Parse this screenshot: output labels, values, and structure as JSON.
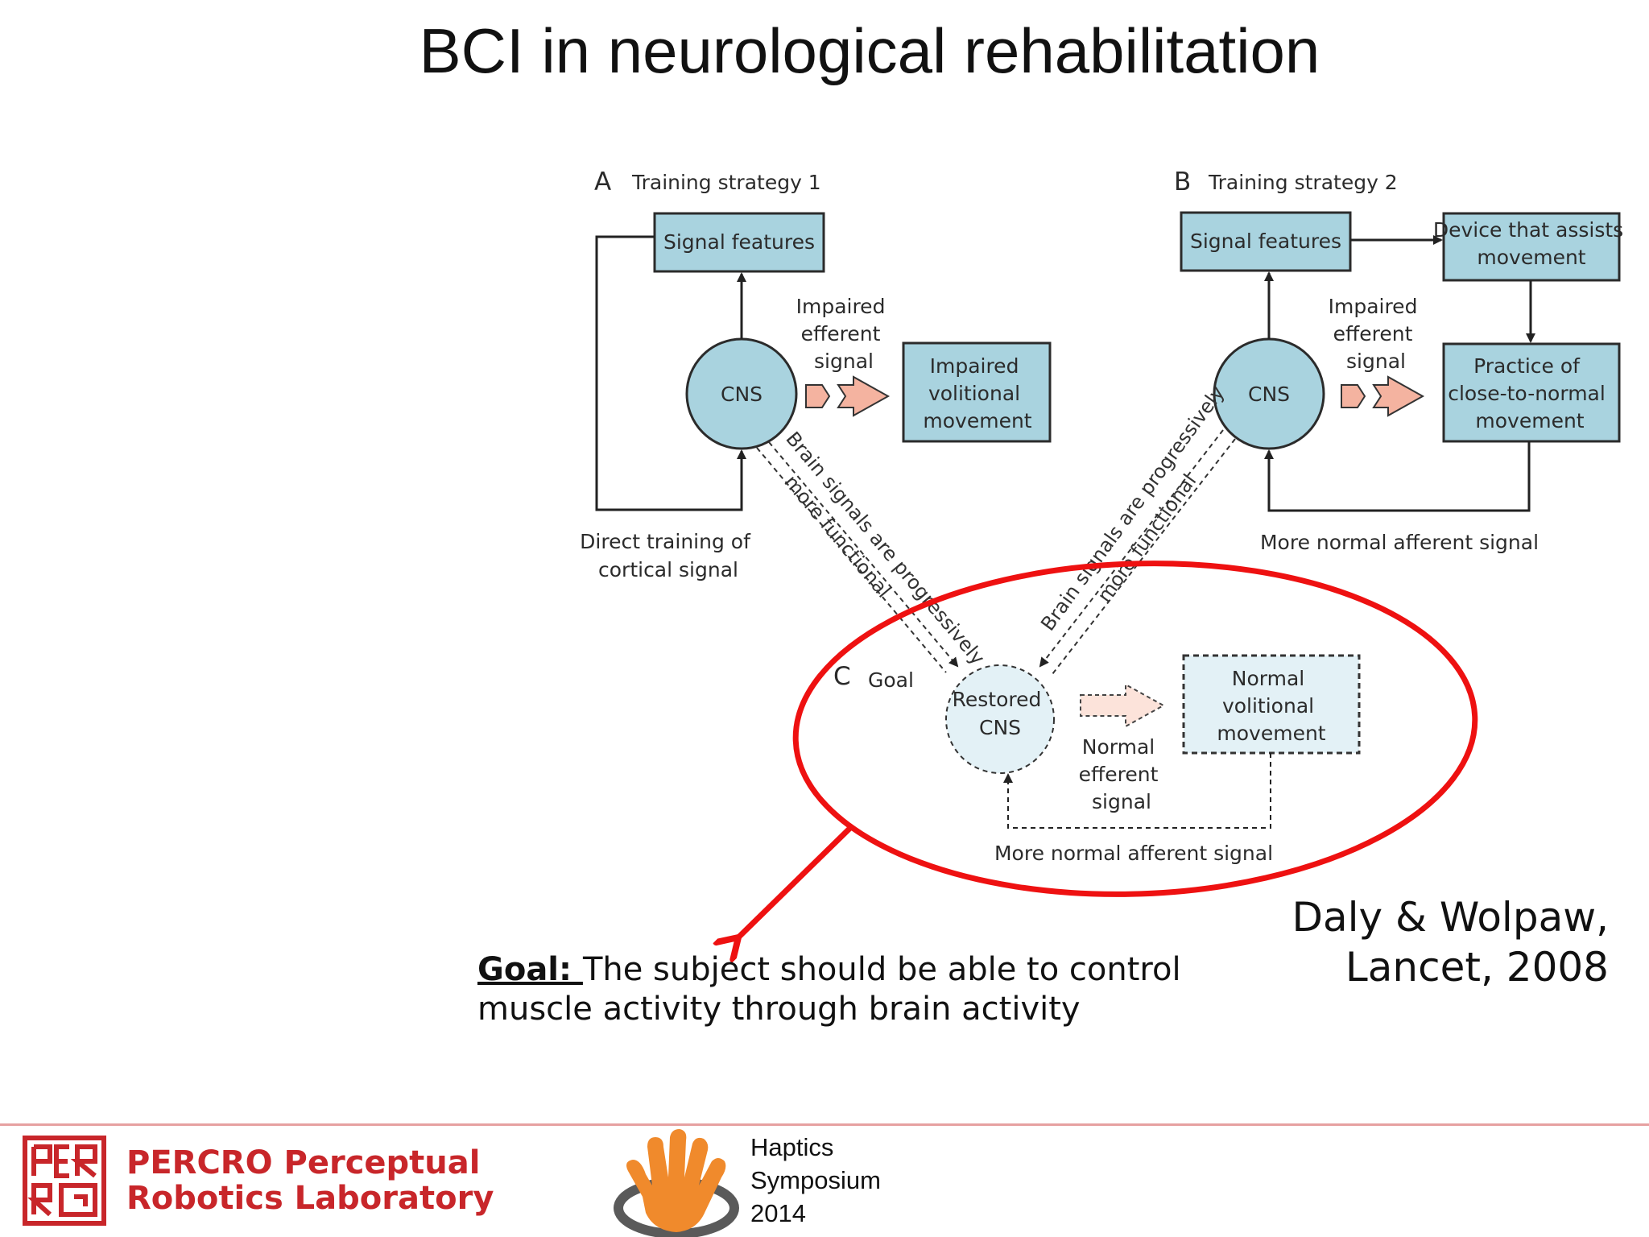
{
  "slide": {
    "title": "BCI in neurological rehabilitation"
  },
  "diagram": {
    "section_a": {
      "letter": "A",
      "heading": "Training strategy 1"
    },
    "section_b": {
      "letter": "B",
      "heading": "Training strategy 2"
    },
    "section_c": {
      "letter": "C",
      "heading": "Goal"
    },
    "a_signal_features": "Signal features",
    "a_cns": "CNS",
    "a_impaired_efferent": [
      "Impaired",
      "efferent",
      "signal"
    ],
    "a_impaired_movement": [
      "Impaired",
      "volitional",
      "movement"
    ],
    "a_direct_training": [
      "Direct training of",
      "cortical signal"
    ],
    "b_signal_features": "Signal features",
    "b_device": [
      "Device that assists",
      "movement"
    ],
    "b_cns": "CNS",
    "b_impaired_efferent": [
      "Impaired",
      "efferent",
      "signal"
    ],
    "b_practice": [
      "Practice of",
      "close-to-normal",
      "movement"
    ],
    "b_afferent": "More normal afferent signal",
    "diag_left": [
      "Brain signals are progressively",
      "more functional"
    ],
    "diag_right": [
      "Brain signals are progressively",
      "more functional"
    ],
    "c_restored_cns": [
      "Restored",
      "CNS"
    ],
    "c_normal_efferent": [
      "Normal",
      "efferent",
      "signal"
    ],
    "c_normal_movement": [
      "Normal",
      "volitional",
      "movement"
    ],
    "c_afferent": "More normal afferent signal"
  },
  "goal": {
    "label": "Goal: ",
    "text": "The subject should be able to control muscle activity through brain activity"
  },
  "citation": {
    "line1": "Daly & Wolpaw,",
    "line2": "Lancet, 2008"
  },
  "footer": {
    "lab_line1": "PERCRO Perceptual",
    "lab_line2": "Robotics Laboratory",
    "haptics_line1": "Haptics",
    "haptics_line2": "Symposium",
    "haptics_line3": "2014"
  },
  "colors": {
    "box_fill": "#a9d3df",
    "goal_fill": "#e3f1f6",
    "arrow_fill": "#f4b3a0",
    "ellipse_stroke": "#ee1111",
    "lab_red": "#c8262a",
    "hand_orange": "#f08a2c"
  }
}
